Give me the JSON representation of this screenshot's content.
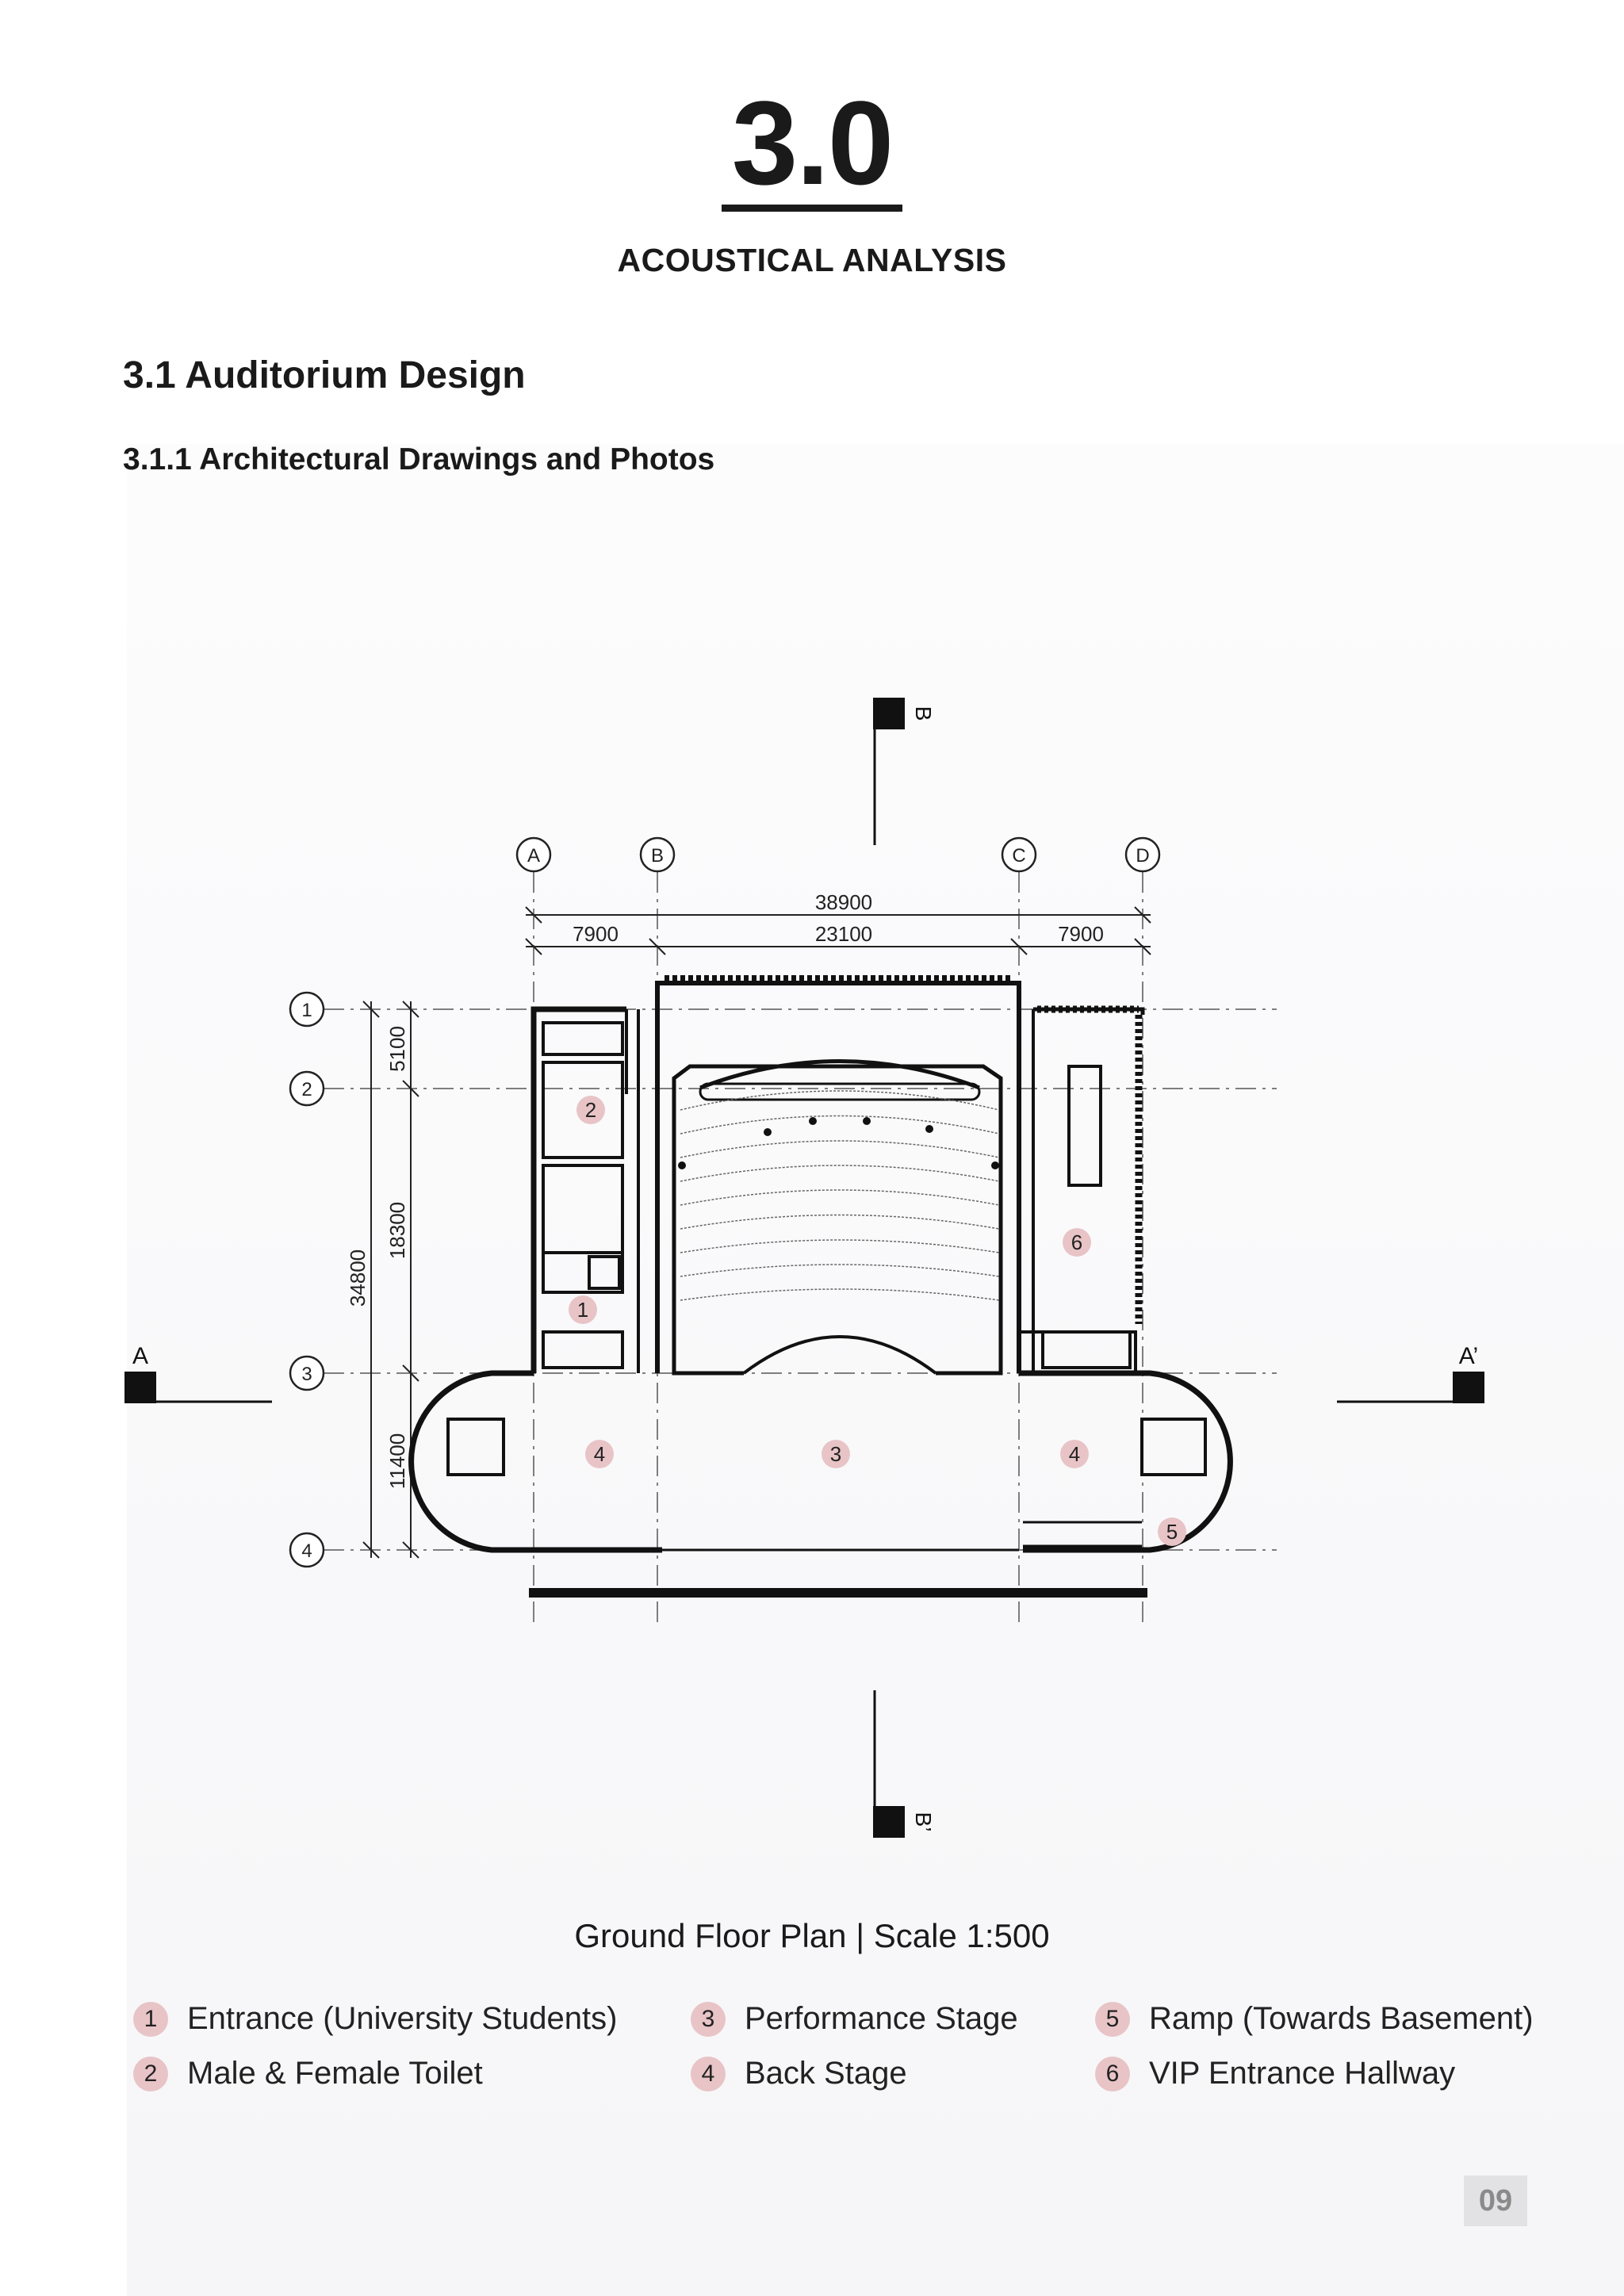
{
  "header": {
    "chapter_number": "3.0",
    "chapter_title": "ACOUSTICAL ANALYSIS",
    "section_title": "3.1 Auditorium Design",
    "subsection_title": "3.1.1 Architectural Drawings and Photos"
  },
  "plan": {
    "grid_columns": [
      "A",
      "B",
      "C",
      "D"
    ],
    "grid_rows": [
      "1",
      "2",
      "3",
      "4"
    ],
    "dim_total_width": "38900",
    "dim_widths": [
      "7900",
      "23100",
      "7900"
    ],
    "dim_total_depth": "34800",
    "dim_depths": [
      "5100",
      "18300",
      "11400"
    ],
    "section_marks": {
      "a": "A",
      "a_prime": "A’",
      "b": "B",
      "b_prime": "B’"
    },
    "room_tags": [
      "1",
      "2",
      "3",
      "4",
      "4",
      "5",
      "6"
    ],
    "caption": "Ground Floor Plan | Scale 1:500"
  },
  "legend": [
    {
      "num": "1",
      "label": "Entrance (University Students)"
    },
    {
      "num": "2",
      "label": "Male & Female Toilet"
    },
    {
      "num": "3",
      "label": "Performance Stage"
    },
    {
      "num": "4",
      "label": "Back Stage"
    },
    {
      "num": "5",
      "label": "Ramp (Towards Basement)"
    },
    {
      "num": "6",
      "label": "VIP Entrance Hallway"
    }
  ],
  "footer": {
    "page_number": "09"
  },
  "colors": {
    "tag_fill": "#e8c4c7",
    "ink": "#1a1a1a",
    "page_badge": "#e2e2e4"
  }
}
